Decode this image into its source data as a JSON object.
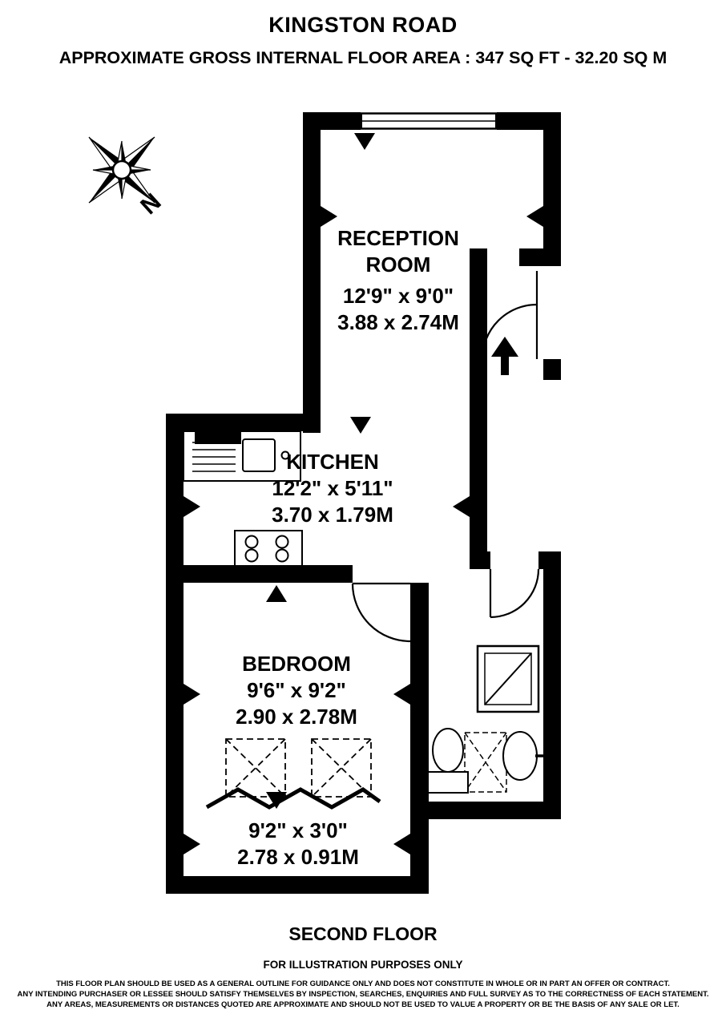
{
  "header": {
    "title": "KINGSTON ROAD",
    "subtitle": "APPROXIMATE GROSS INTERNAL FLOOR AREA : 347 SQ FT - 32.20 SQ M"
  },
  "compass": {
    "north_label": "N"
  },
  "rooms": {
    "reception": {
      "name": "RECEPTION ROOM",
      "imperial": "12'9\" x 9'0\"",
      "metric": "3.88 x 2.74M"
    },
    "kitchen": {
      "name": "KITCHEN",
      "imperial": "12'2\" x 5'11\"",
      "metric": "3.70 x 1.79M"
    },
    "bedroom": {
      "name": "BEDROOM",
      "imperial": "9'6\" x 9'2\"",
      "metric": "2.90 x 2.78M"
    },
    "wardrobe": {
      "imperial": "9'2\" x 3'0\"",
      "metric": "2.78 x 0.91M"
    }
  },
  "footer": {
    "floor_label": "SECOND FLOOR",
    "purpose": "FOR ILLUSTRATION PURPOSES ONLY",
    "disclaimer": [
      "THIS FLOOR PLAN SHOULD BE USED AS A GENERAL OUTLINE FOR GUIDANCE ONLY AND DOES NOT CONSTITUTE IN WHOLE OR IN PART AN OFFER OR CONTRACT.",
      "ANY INTENDING PURCHASER OR LESSEE SHOULD SATISFY THEMSELVES BY INSPECTION, SEARCHES, ENQUIRIES AND FULL SURVEY AS TO THE CORRECTNESS OF EACH STATEMENT.",
      "ANY AREAS, MEASUREMENTS OR DISTANCES QUOTED ARE APPROXIMATE AND SHOULD NOT BE USED TO VALUE A PROPERTY OR BE THE BASIS OF ANY SALE OR LET."
    ]
  }
}
